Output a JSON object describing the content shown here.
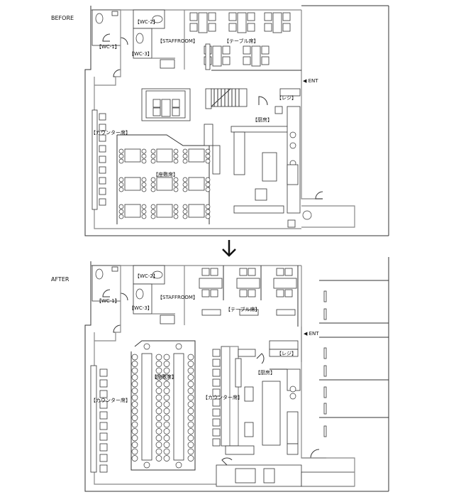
{
  "before": {
    "title": "BEFORE",
    "rooms": {
      "wc1": "【WC-1】",
      "wc2": "【WC-2】",
      "wc3": "【WC-3】",
      "staffroom": "【STAFFROOM】",
      "table_seats": "【テーブル席】",
      "entrance": "◀ ENT",
      "register": "【レジ】",
      "kitchen": "【厨房】",
      "counter_seats": "【カウンター席】",
      "tatami_seats": "【座敷席】"
    }
  },
  "transition_arrow": "down-arrow-icon",
  "after": {
    "title": "AFTER",
    "rooms": {
      "wc1": "【WC-1】",
      "wc2": "【WC-2】",
      "wc3": "【WC-3】",
      "staffroom": "【STAFFROOM】",
      "table_seats": "【テーブル席】",
      "entrance": "◀ ENT",
      "register": "【レジ】",
      "kitchen": "【厨房】",
      "counter_seats_left": "【カウンター席】",
      "counter_seats_kitchen": "【カウンター席】",
      "tatami_seats": "【座敷席】"
    }
  },
  "colors": {
    "line": "#333333",
    "wall_grey": "#888888",
    "background": "#ffffff"
  }
}
